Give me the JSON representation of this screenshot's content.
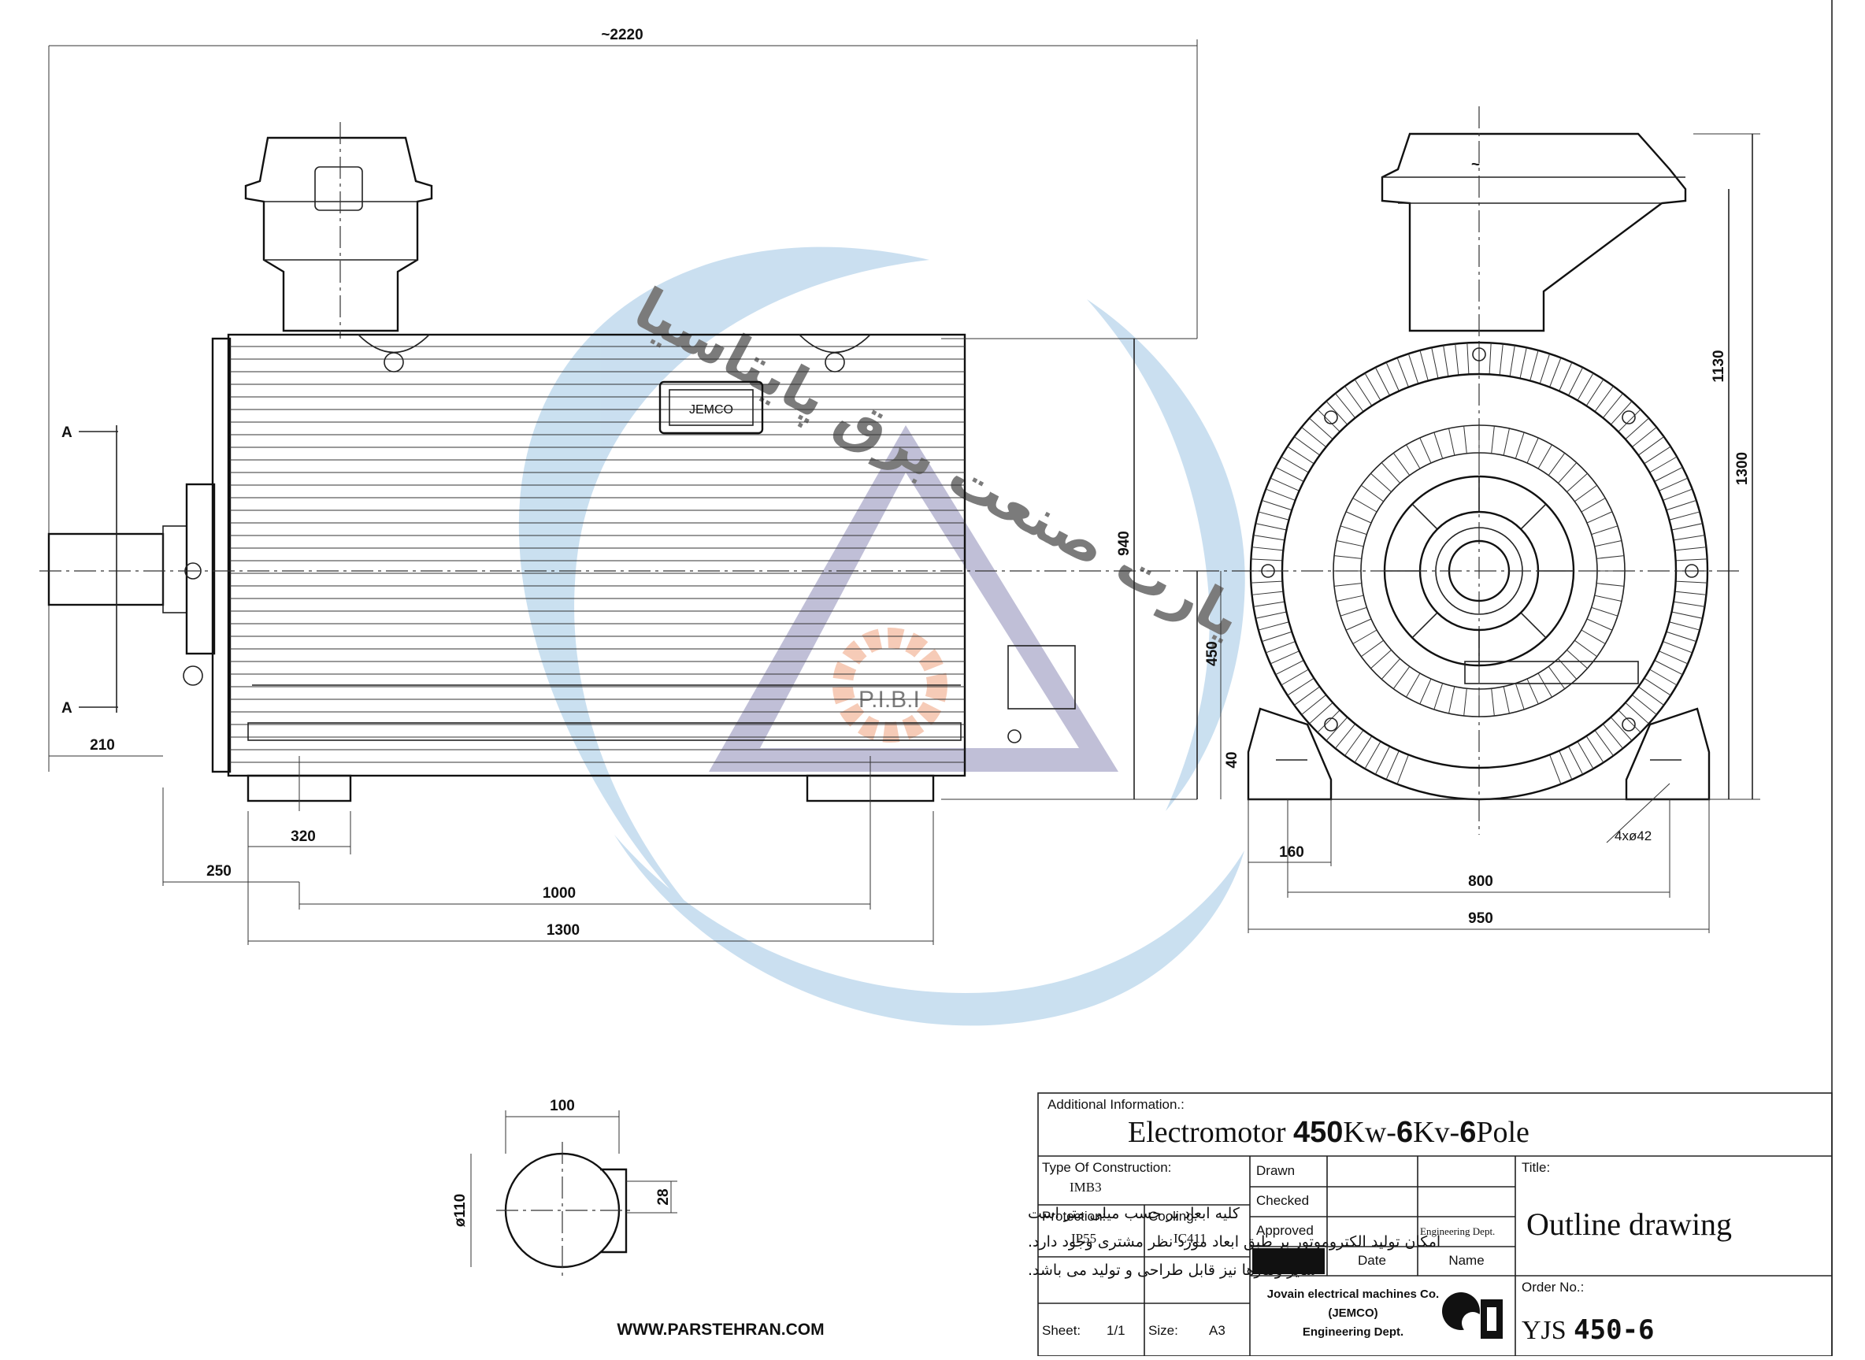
{
  "dimensions": {
    "overall_length": "~2220",
    "shaft_extension": "210",
    "height_total": "940",
    "shaft_height": "450",
    "foot_thickness": "40",
    "foot_width": "320",
    "end_to_foot": "250",
    "foot_spacing": "1000",
    "base_length": "1300",
    "box_height": "1130",
    "total_height": "1300",
    "side_half_base": "160",
    "bolt_spacing": "800",
    "base_width": "950",
    "holes": "4xø42",
    "shaft_length_detail": "100",
    "shaft_diameter": "ø110",
    "key_height": "28",
    "section_mark": "A",
    "box_mark": "~"
  },
  "nameplate": "JEMCO",
  "watermark": {
    "text": "پارت صنعت برق پایتاسیا",
    "logo": "P.I.B.I"
  },
  "notes": [
    "کلیه ابعاد بر حسب میلی متر است",
    "امکان تولید الکتروموتور بر طبق ابعاد مورد نظر مشتری وجود دارد.",
    "سایر ولتاژها نیز قابل طراحی و تولید می باشد."
  ],
  "website": "WWW.PARSTEHRAN.COM",
  "title_block": {
    "additional_info_label": "Additional Information.:",
    "product_prefix": "Electromotor",
    "product_kw": "450",
    "product_kw_unit": "Kw-",
    "product_kv": "6",
    "product_kv_unit": "Kv-",
    "product_pole": "6",
    "product_pole_unit": "Pole",
    "type_label": "Type Of Construction:",
    "type_value": "IMB3",
    "protection_label": "Protection:",
    "protection_value": "IP55",
    "cooling_label": "Cooling:",
    "cooling_value": "IC411",
    "drawn": "Drawn",
    "checked": "Checked",
    "approved": "Approved",
    "engineering_dept": "Engineering Dept.",
    "date": "Date",
    "name": "Name",
    "title_label": "Title:",
    "title_value": "Outline drawing",
    "company_line1": "Jovain electrical machines Co.",
    "company_line2": "(JEMCO)",
    "company_line3": "Engineering Dept.",
    "order_label": "Order No.:",
    "order_prefix": "YJS",
    "order_value": "450-6",
    "sheet_label": "Sheet:",
    "sheet_value": "1/1",
    "size_label": "Size:",
    "size_value": "A3"
  },
  "colors": {
    "line": "#222222",
    "watermark_blue": "#9fc6e4",
    "watermark_purple": "#8e8cb8",
    "watermark_orange": "#f0a27e",
    "watermark_text": "#888888"
  }
}
